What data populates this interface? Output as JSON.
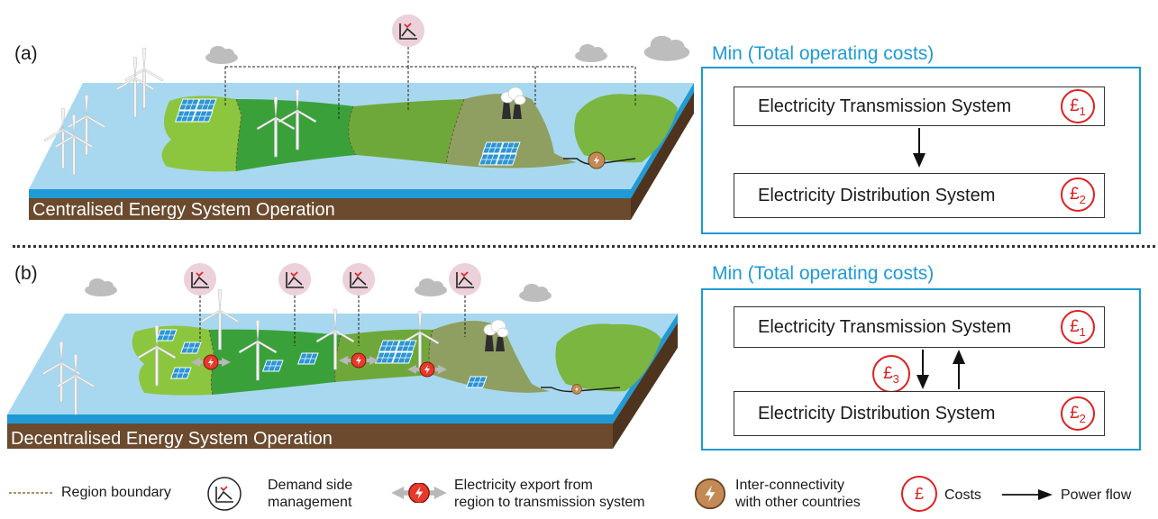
{
  "panels": {
    "a": {
      "label": "(a)",
      "scene_caption": "Centralised Energy System Operation",
      "objective": "Min (Total operating costs)",
      "transmission": "Electricity Transmission System",
      "distribution": "Electricity Distribution System",
      "cost1": "£",
      "cost1_sub": "1",
      "cost2": "£",
      "cost2_sub": "2"
    },
    "b": {
      "label": "(b)",
      "scene_caption": "Decentralised Energy System Operation",
      "objective": "Min (Total operating costs)",
      "transmission": "Electricity Transmission System",
      "distribution": "Electricity Distribution System",
      "cost1": "£",
      "cost1_sub": "1",
      "cost2": "£",
      "cost2_sub": "2",
      "cost3": "£",
      "cost3_sub": "3"
    }
  },
  "legend": {
    "region_boundary": "Region boundary",
    "dsm_line1": "Demand side",
    "dsm_line2": "management",
    "export_line1": "Electricity export from",
    "export_line2": "region to transmission system",
    "inter_line1": "Inter-connectivity",
    "inter_line2": "with other countries",
    "cost_symbol": "£",
    "costs": "Costs",
    "power_flow": "Power flow"
  },
  "colors": {
    "accent_blue": "#1e9ad6",
    "cost_red": "#e02020",
    "sea": "#a8d8ef",
    "soil": "#6b4a2e",
    "land_light": "#8cc63f",
    "land_dark": "#3aa13a",
    "land_mid": "#6fa83a",
    "land_grey": "#8f9f62"
  }
}
